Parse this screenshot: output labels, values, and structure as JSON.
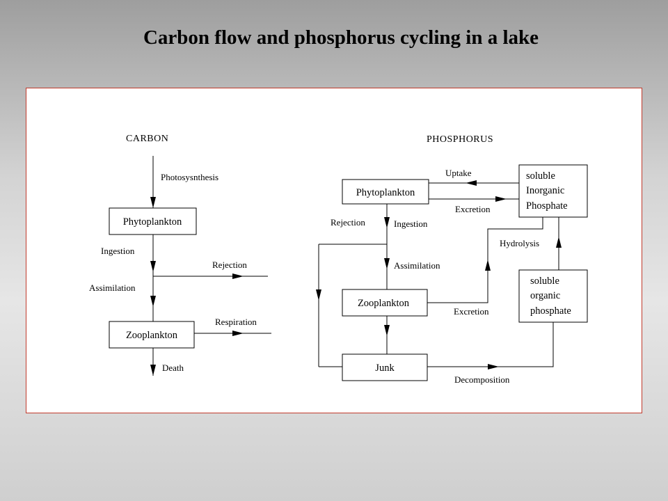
{
  "title": "Carbon flow and phosphorus cycling in a lake",
  "carbon": {
    "heading": "CARBON",
    "photosynthesis": "Photosysnthesis",
    "phytoplankton": "Phytoplankton",
    "ingestion": "Ingestion",
    "rejection": "Rejection",
    "assimilation": "Assimilation",
    "zooplankton": "Zooplankton",
    "respiration": "Respiration",
    "death": "Death"
  },
  "phosphorus": {
    "heading": "PHOSPHORUS",
    "phytoplankton": "Phytoplankton",
    "uptake": "Uptake",
    "excretion_top": "Excretion",
    "sip_line1": "soluble",
    "sip_line2": "Inorganic",
    "sip_line3": "Phosphate",
    "rejection": "Rejection",
    "ingestion": "Ingestion",
    "hydrolysis": "Hydrolysis",
    "assimilation": "Assimilation",
    "sop_line1": "soluble",
    "sop_line2": "organic",
    "sop_line3": "phosphate",
    "zooplankton": "Zooplankton",
    "excretion_bottom": "Excretion",
    "junk": "Junk",
    "decomposition": "Decomposition"
  }
}
